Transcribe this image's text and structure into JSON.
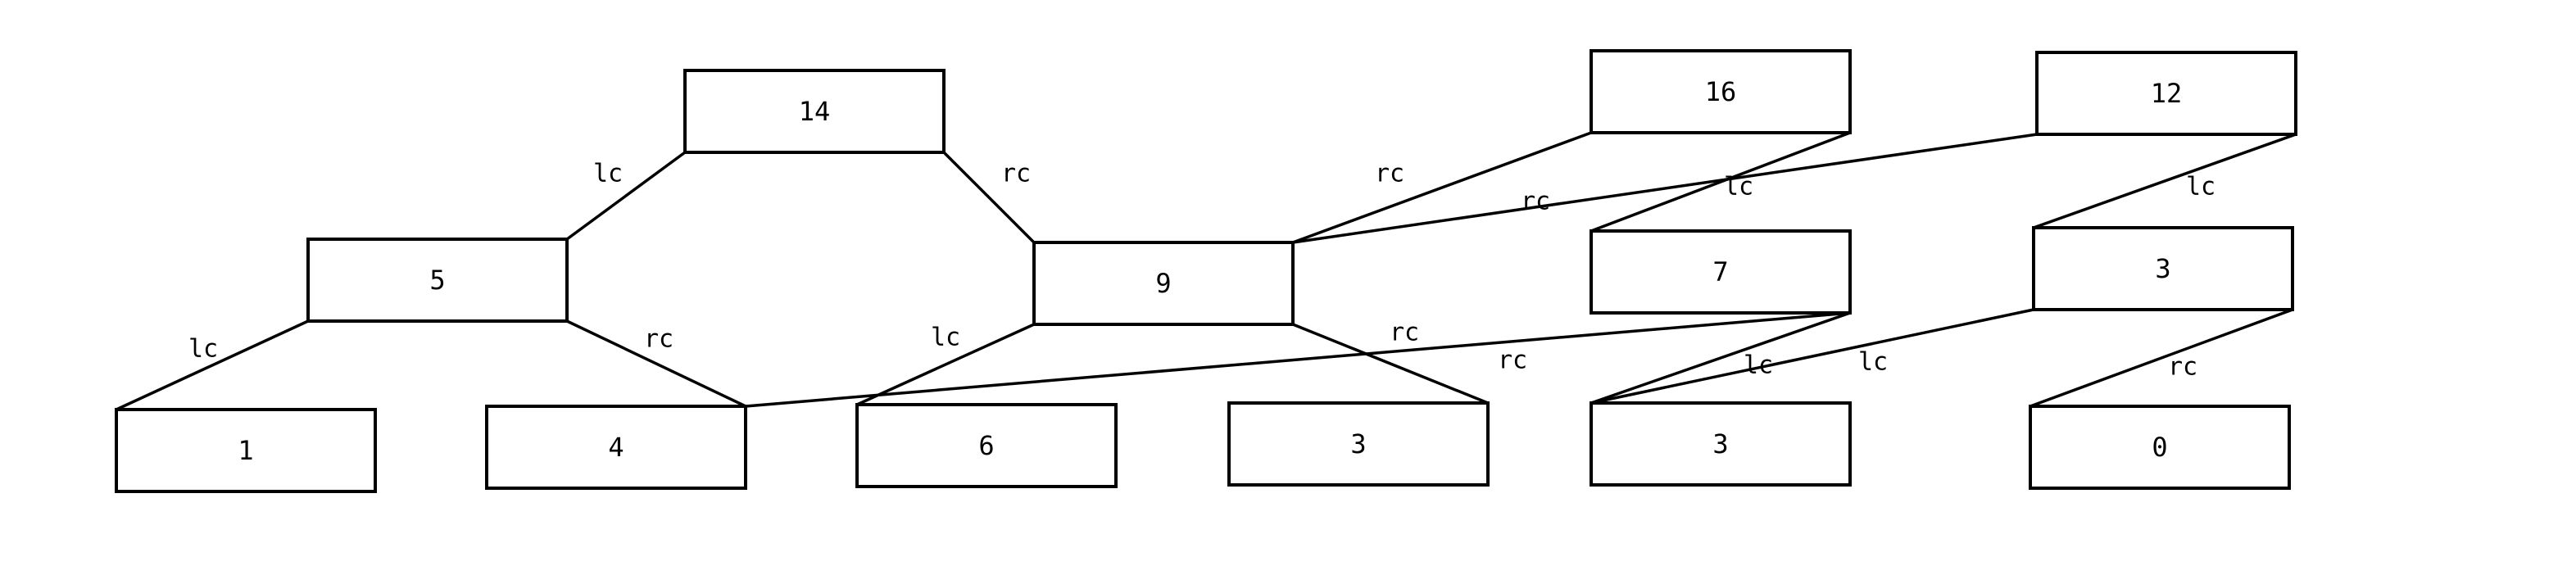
{
  "nodes": [
    {
      "id": "n14",
      "value": "14"
    },
    {
      "id": "n5",
      "value": "5"
    },
    {
      "id": "n9",
      "value": "9"
    },
    {
      "id": "n1",
      "value": "1"
    },
    {
      "id": "n4",
      "value": "4"
    },
    {
      "id": "n6",
      "value": "6"
    },
    {
      "id": "n3a",
      "value": "3"
    },
    {
      "id": "n16",
      "value": "16"
    },
    {
      "id": "n7",
      "value": "7"
    },
    {
      "id": "n3b",
      "value": "3"
    },
    {
      "id": "n12",
      "value": "12"
    },
    {
      "id": "n3c",
      "value": "3"
    },
    {
      "id": "n0",
      "value": "0"
    }
  ],
  "edges": [
    {
      "from": "n14",
      "to": "n5",
      "label": "lc"
    },
    {
      "from": "n14",
      "to": "n9",
      "label": "rc"
    },
    {
      "from": "n5",
      "to": "n1",
      "label": "lc"
    },
    {
      "from": "n5",
      "to": "n4",
      "label": "rc"
    },
    {
      "from": "n9",
      "to": "n6",
      "label": "lc"
    },
    {
      "from": "n9",
      "to": "n3a",
      "label": "rc"
    },
    {
      "from": "n16",
      "to": "n9",
      "label": "rc"
    },
    {
      "from": "n16",
      "to": "n7",
      "label": "lc"
    },
    {
      "from": "n12",
      "to": "n9",
      "label": "rc"
    },
    {
      "from": "n7",
      "to": "n4",
      "label": "rc"
    },
    {
      "from": "n7",
      "to": "n3b",
      "label": "lc"
    },
    {
      "from": "n12",
      "to": "n3c",
      "label": "lc"
    },
    {
      "from": "n3c",
      "to": "n3b",
      "label": "lc"
    },
    {
      "from": "n3c",
      "to": "n0",
      "label": "rc"
    }
  ]
}
